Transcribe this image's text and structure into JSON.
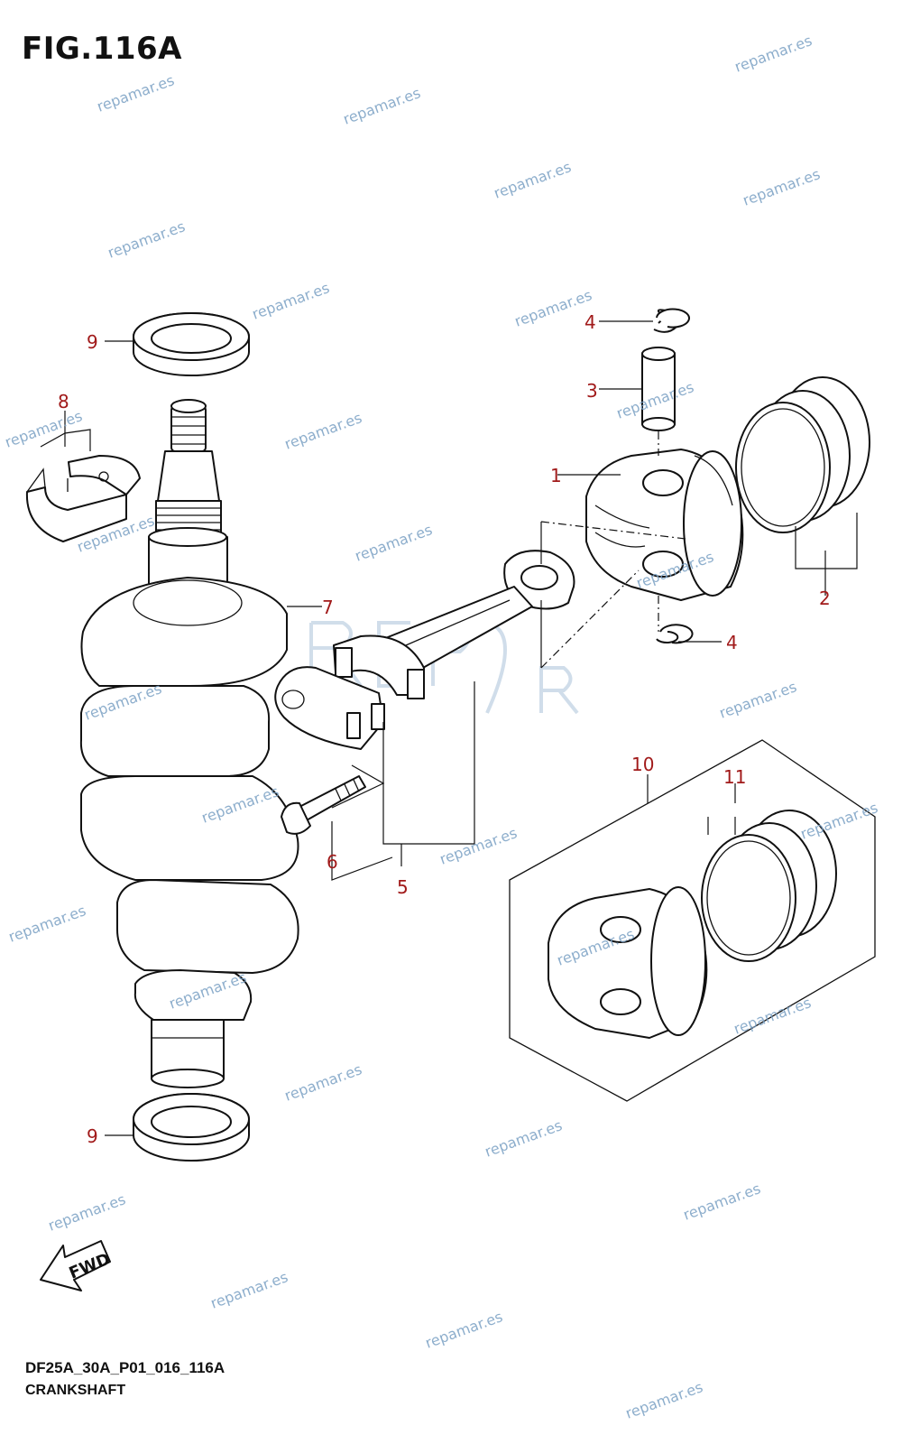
{
  "figure": {
    "title": "FIG.116A",
    "code": "DF25A_30A_P01_016_116A",
    "name": "CRANKSHAFT"
  },
  "callouts": [
    "1",
    "2",
    "3",
    "4",
    "4",
    "5",
    "6",
    "7",
    "8",
    "9",
    "9",
    "10",
    "11"
  ],
  "fwd_label": "FWD",
  "watermark": {
    "text": "repamar.es",
    "logo_text": "REPAMAR",
    "color": "#7aa0c4"
  }
}
